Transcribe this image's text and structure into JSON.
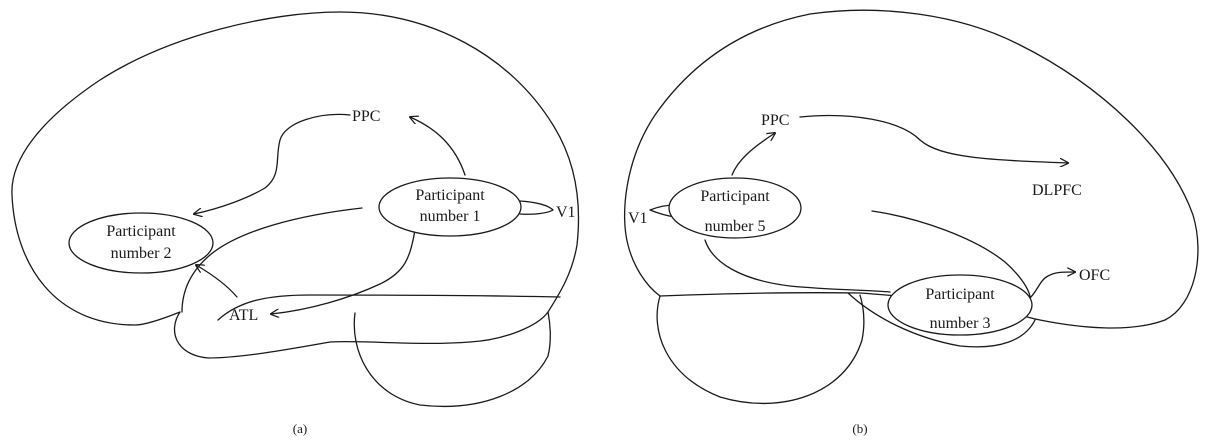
{
  "panels": [
    {
      "label": "(a)",
      "regions": {
        "ppc": "PPC",
        "v1": "V1",
        "atl": "ATL"
      },
      "participants": [
        {
          "line1": "Participant",
          "line2": "number 1"
        },
        {
          "line1": "Participant",
          "line2": "number 2"
        }
      ]
    },
    {
      "label": "(b)",
      "regions": {
        "ppc": "PPC",
        "dlpfc": "DLPFC",
        "v1": "V1",
        "ofc": "OFC"
      },
      "participants": [
        {
          "line1": "Participant",
          "line2": "number 5"
        },
        {
          "line1": "Participant",
          "line2": "number 3"
        }
      ]
    }
  ]
}
